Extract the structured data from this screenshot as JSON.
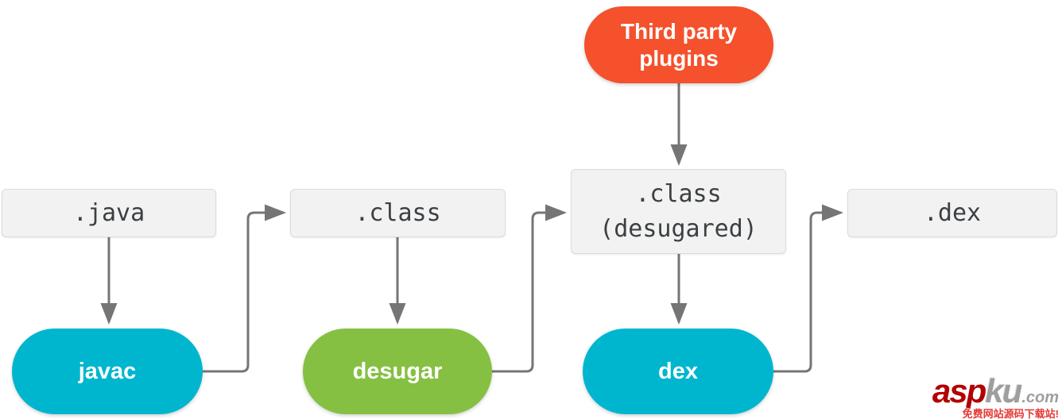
{
  "colors": {
    "orange": "#F4512C",
    "cyan": "#00B6CF",
    "green": "#85C042",
    "line": "#757575",
    "box_bg": "#F2F2F2",
    "box_border": "#DCDCDC",
    "box_text": "#3C4043",
    "pill_text": "#FFFFFF",
    "brand_red": "#B30000",
    "brand_gray": "#9E9E9E",
    "tag_red": "#E53935"
  },
  "nodes": {
    "plugins": {
      "lines": [
        "Third party",
        "plugins"
      ]
    },
    "java_box": {
      "label": ".java"
    },
    "class_box": {
      "label": ".class"
    },
    "desugared_box": {
      "lines": [
        ".class",
        "(desugared)"
      ]
    },
    "dex_box": {
      "label": ".dex"
    },
    "javac_pill": {
      "label": "javac"
    },
    "desugar_pill": {
      "label": "desugar"
    },
    "dex_pill": {
      "label": "dex"
    }
  },
  "watermark": {
    "brand_main": "asp",
    "brand_secondary": "ku",
    "brand_tld": ".com",
    "tagline": "免费网站源码下载站!"
  }
}
